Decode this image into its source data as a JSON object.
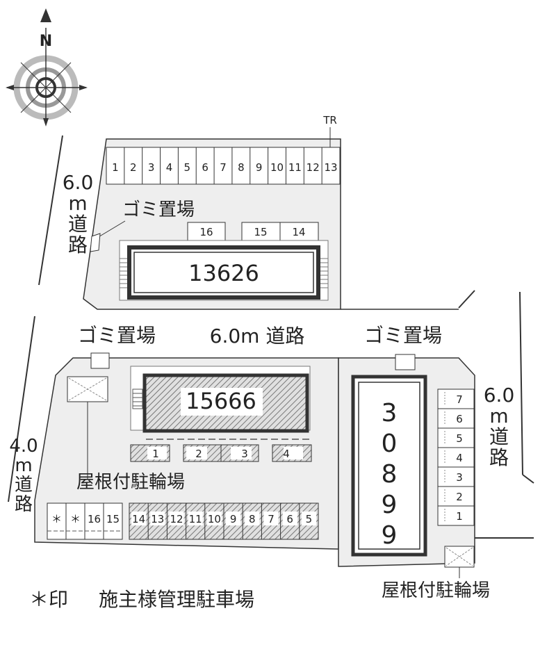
{
  "compass": {
    "north_label": "N"
  },
  "transformer": {
    "label": "TR"
  },
  "roads": {
    "left_upper": "6.0m道路",
    "left_lower": "4.0m道路",
    "middle": "6.0m 道路",
    "right": "6.0m道路"
  },
  "buildings": {
    "north": "13626",
    "center": "15666",
    "east": "30899"
  },
  "garbage": {
    "top": "ゴミ置場",
    "middle_left": "ゴミ置場",
    "middle_right": "ゴミ置場"
  },
  "bicycle": {
    "left": "屋根付駐輪場",
    "right": "屋根付駐輪場"
  },
  "parking": {
    "north_row": [
      "1",
      "2",
      "3",
      "4",
      "5",
      "6",
      "7",
      "8",
      "9",
      "10",
      "11",
      "12",
      "13"
    ],
    "north_extra": [
      "16",
      "15",
      "14"
    ],
    "center_row": [
      "1",
      "2",
      "3",
      "4"
    ],
    "bottom_plain": [
      "＊",
      "＊",
      "16",
      "15"
    ],
    "bottom_hatched": [
      "14",
      "13",
      "12",
      "11",
      "10",
      "9",
      "8",
      "7",
      "6",
      "5"
    ],
    "east_column": [
      "7",
      "6",
      "5",
      "4",
      "3",
      "2",
      "1"
    ]
  },
  "legend": {
    "marker": "＊印",
    "text": "施主様管理駐車場"
  },
  "colors": {
    "line": "#333333",
    "lot_fill": "#eeeeee",
    "hatch": "#777777",
    "accent_gray": "#aaaaaa"
  }
}
